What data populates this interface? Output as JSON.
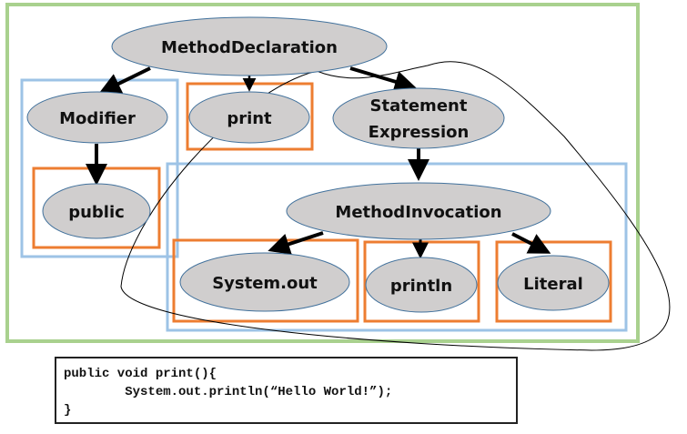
{
  "diagram": {
    "title": "AST of a Java method declaration",
    "nodes": [
      {
        "id": "method_declaration",
        "label": "MethodDeclaration"
      },
      {
        "id": "modifier",
        "label": "Modifier"
      },
      {
        "id": "print",
        "label": "print"
      },
      {
        "id": "statement_expression",
        "label_lines": [
          "Statement",
          "Expression"
        ]
      },
      {
        "id": "public",
        "label": "public"
      },
      {
        "id": "method_invocation",
        "label": "MethodInvocation"
      },
      {
        "id": "system_out",
        "label": "System.out"
      },
      {
        "id": "println",
        "label": "println"
      },
      {
        "id": "literal",
        "label": "Literal"
      }
    ],
    "edges": [
      {
        "from": "method_declaration",
        "to": "modifier"
      },
      {
        "from": "method_declaration",
        "to": "print"
      },
      {
        "from": "method_declaration",
        "to": "statement_expression"
      },
      {
        "from": "modifier",
        "to": "public"
      },
      {
        "from": "statement_expression",
        "to": "method_invocation"
      },
      {
        "from": "method_invocation",
        "to": "system_out"
      },
      {
        "from": "method_invocation",
        "to": "println"
      },
      {
        "from": "method_invocation",
        "to": "literal"
      }
    ],
    "colors": {
      "outer_box": "#a9d18e",
      "subtree_box": "#9dc3e6",
      "leaf_box": "#ed7d31",
      "node_fill": "#d0cece",
      "node_stroke": "#41719c",
      "edge": "#000000"
    }
  },
  "code": {
    "lines": [
      "public void print(){",
      "        System.out.println(“Hello World!”);",
      "}"
    ]
  }
}
